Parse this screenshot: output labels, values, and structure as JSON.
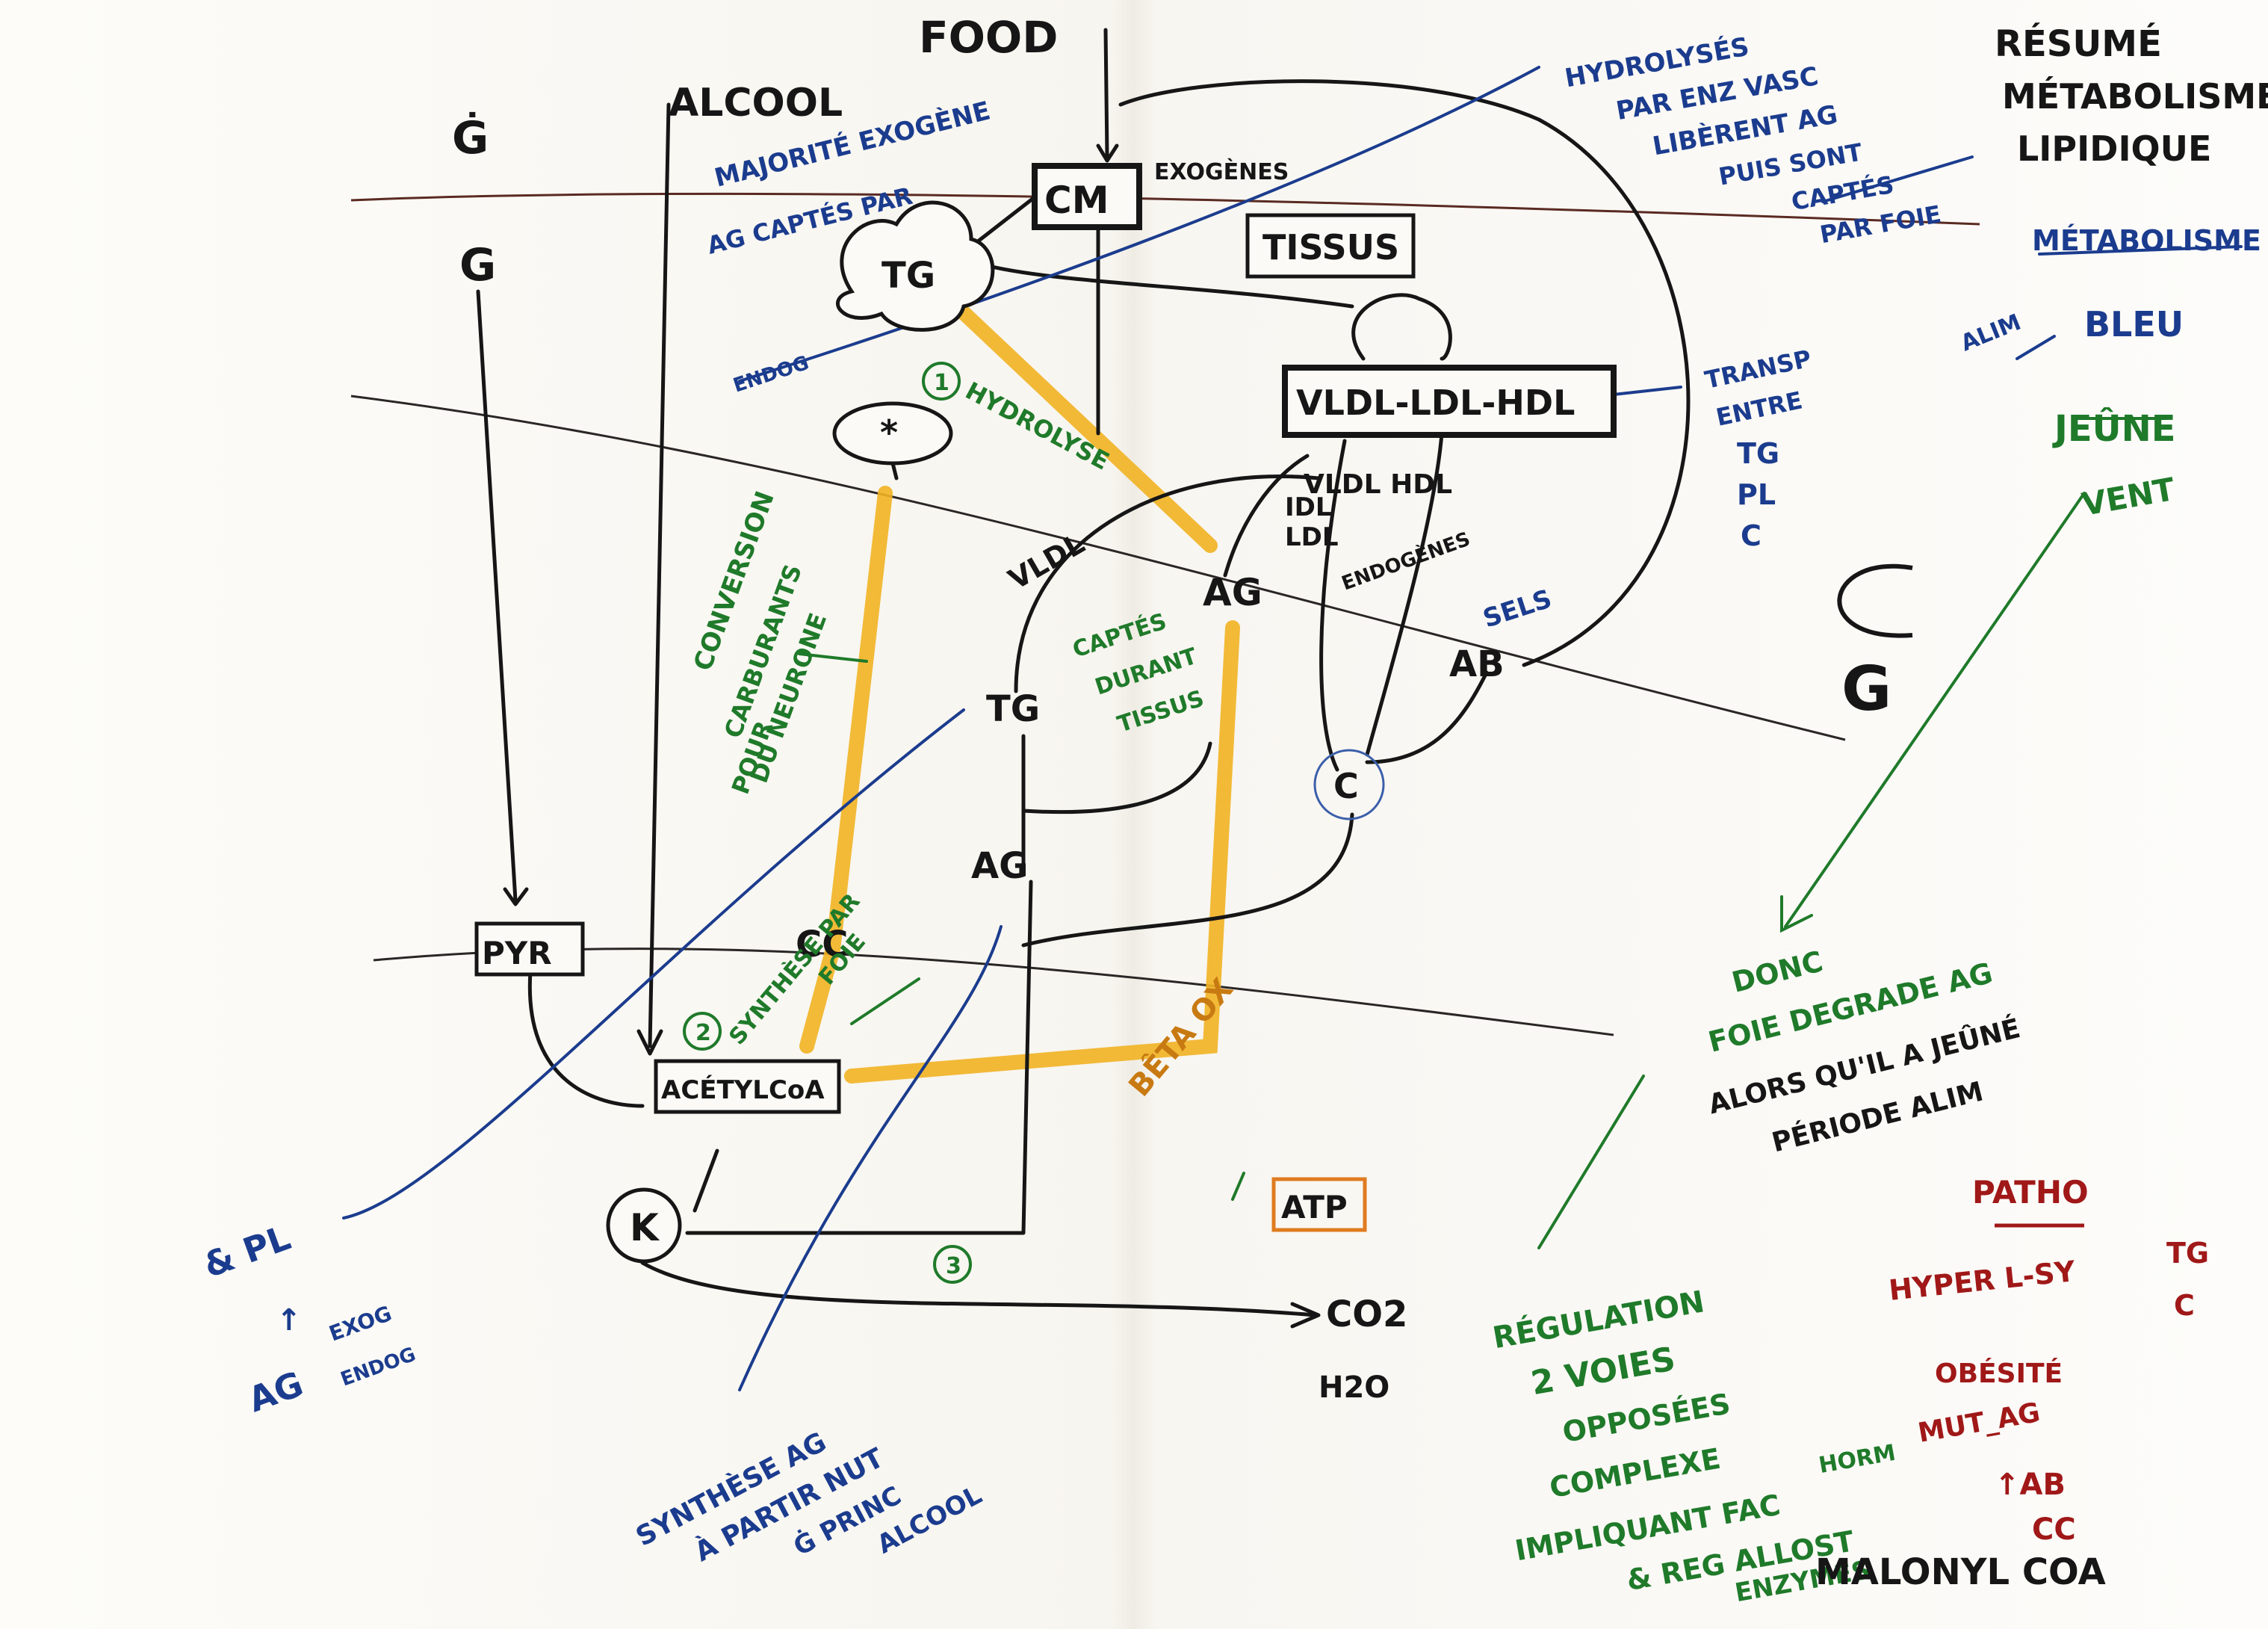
{
  "nodes": {
    "food": "FOOD",
    "alcool": "ALCOOL",
    "g_dot": "Ġ",
    "g": "G",
    "cm": "CM",
    "exogenes": "EXOGÈNES",
    "tg_top": "TG",
    "tissus": "TISSUS",
    "vldl_ldl_hdl": "VLDL-LDL-HDL",
    "star": "*",
    "vldl": "VLDL",
    "ag_mid": "AG",
    "idl_ldl": "IDL\nLDL",
    "vldl_ldl_hdl_small": "VLDL   HDL",
    "endogenes": "ENDOGÈNES",
    "ab": "AB",
    "tg_low": "TG",
    "ag_low": "AG",
    "c": "C",
    "pyr": "PYR",
    "cc": "CC",
    "acetylcoa": "ACÉTYLCoA",
    "k": "K",
    "co2": "CO2",
    "h2o": "H2O",
    "atp": "ATP",
    "g_big": "G"
  },
  "blue_notes": {
    "majorite_exogene": "MAJORITÉ EXOGÈNE",
    "ag_captes": "AG CAPTÉS PAR",
    "endog": "ENDOG",
    "hydrolyse_block": [
      "HYDROLYSÉS",
      "PAR ENZ VASC",
      "LIBÈRENT AG",
      "PUIS SONT",
      "CAPTÉS",
      "PAR FOIE"
    ],
    "transp": [
      "TRANSP",
      "ENTRE",
      "TG",
      "PL",
      "C"
    ],
    "pl_left": "PL",
    "ag_exog_endog": [
      "AG",
      "EXOG",
      "ENDOG"
    ],
    "synthese": [
      "SYNTHÈSE AG",
      "À PARTIR NUT",
      "Ġ PRINC",
      "ALCOOL"
    ],
    "o_sels": "SELS"
  },
  "green_notes": {
    "n1": "1",
    "hydrolyse": "HYDROLYSE",
    "carburant": [
      "CARBURANTS",
      "DU NEURONE",
      "POUR"
    ],
    "o_conv": "CONVERSION",
    "captes": [
      "CAPTÉS",
      "DURANT",
      "TISSUS"
    ],
    "n2": "2",
    "synthese_par_foie": [
      "SYNTHÈSE PAR",
      "FOIE"
    ],
    "n3": "3",
    "pour_foie": [
      "DONC",
      "FOIE DEGRADE AG",
      "ALORS QU'IL A JEÛNÉ",
      "PÉRIODE ALIM"
    ],
    "jeune": "JEÛNE",
    "vent": "VENT",
    "bleu_title": "BLEU",
    "alim": "ALIM",
    "metab_small": "MÉTABOLISME",
    "resume": [
      "RÉSUMÉ",
      "MÉTABOLISME",
      "LIPIDIQUE"
    ],
    "bottom_block": [
      "RÉGULATION",
      "2 VOIES",
      "OPPOSÉES",
      "COMPLEXE",
      "IMPLIQUANT FAC",
      "& REG ALLOST",
      "HORM",
      "ENZYMES"
    ]
  },
  "orange_notes": {
    "beta_ox": "BÊTA OX"
  },
  "red_notes": {
    "patho": "PATHO",
    "hyper": "HYPER L-SY",
    "tg_c": [
      "TG",
      "C"
    ],
    "obesite": "OBÉSITÉ",
    "mut_ag": "MUT_AG",
    "ab_up": "↑AB",
    "cc": "CC",
    "malonyl": "MALONYL COA"
  }
}
